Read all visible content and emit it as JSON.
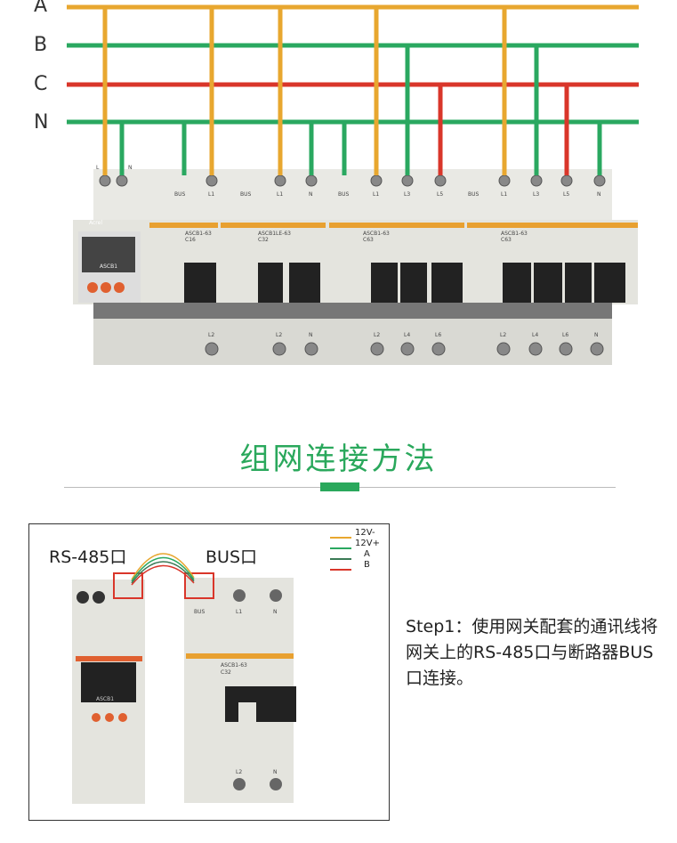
{
  "phases": [
    "A",
    "B",
    "C",
    "N"
  ],
  "terminals": {
    "gateway": [
      "L",
      "N"
    ],
    "m1": [
      "BUS",
      "L1"
    ],
    "m2": [
      "BUS",
      "L1",
      "N"
    ],
    "m3": [
      "BUS",
      "L1",
      "L3",
      "L5"
    ],
    "m4": [
      "BUS",
      "L1",
      "L3",
      "L5",
      "N"
    ]
  },
  "bottom_terminals": {
    "m1": [
      "L2"
    ],
    "m2": [
      "L2",
      "N"
    ],
    "m3": [
      "L2",
      "L4",
      "L6"
    ],
    "m4": [
      "L2",
      "L4",
      "L6",
      "N"
    ]
  },
  "gateway_model": "ASCB1",
  "brand": "Acrel",
  "breakers": [
    {
      "model": "ASCB1-63",
      "rating": "C16"
    },
    {
      "model": "ASCB1LE-63",
      "rating": "C32"
    },
    {
      "model": "ASCB1-63",
      "rating": "C63"
    },
    {
      "model": "ASCB1-63",
      "rating": "C63"
    }
  ],
  "section_title": "组网连接方法",
  "diagram": {
    "rs485_label": "RS-485口",
    "bus_label": "BUS口",
    "legend": [
      {
        "label": "12V-",
        "color": "#e8a72f"
      },
      {
        "label": "12V+",
        "color": "#2aa860"
      },
      {
        "label": "A",
        "color": "#3a7a55"
      },
      {
        "label": "B",
        "color": "#d9362a"
      }
    ],
    "breaker_model": "ASCB1-63",
    "breaker_rating": "C32",
    "terminals_top": [
      "BUS",
      "L1",
      "N"
    ],
    "terminals_bottom": [
      "L2",
      "N"
    ]
  },
  "step_text": "Step1：使用网关配套的通讯线将网关上的RS-485口与断路器BUS口连接。",
  "colors": {
    "orange": "#e8a72f",
    "green": "#2aa860",
    "red": "#d9362a",
    "accent": "#2aa85c"
  }
}
